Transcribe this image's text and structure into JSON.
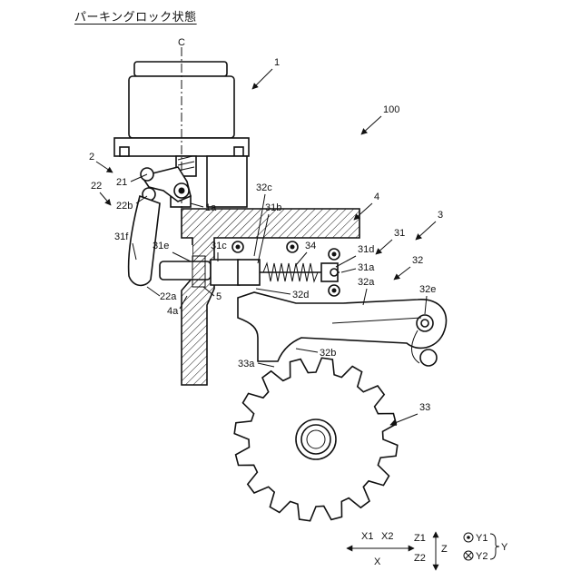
{
  "title": "パーキングロック状態",
  "labels": {
    "axis_c": "C",
    "ref_1": "1",
    "ref_100": "100",
    "ref_2": "2",
    "ref_21": "21",
    "ref_22": "22",
    "ref_22b": "22b",
    "ref_1a": "1a",
    "ref_32c": "32c",
    "ref_4": "4",
    "ref_31b": "31b",
    "ref_3": "3",
    "ref_31f": "31f",
    "ref_31e": "31e",
    "ref_31c": "31c",
    "ref_34": "34",
    "ref_31d": "31d",
    "ref_31": "31",
    "ref_31a": "31a",
    "ref_32": "32",
    "ref_32a": "32a",
    "ref_22a": "22a",
    "ref_5": "5",
    "ref_32d": "32d",
    "ref_32e": "32e",
    "ref_4a": "4a",
    "ref_33a": "33a",
    "ref_32b": "32b",
    "ref_33": "33"
  },
  "legend": {
    "x1": "X1",
    "x2": "X2",
    "x": "X",
    "z1": "Z1",
    "z2": "Z2",
    "z": "Z",
    "y1": "Y1",
    "y2": "Y2",
    "y": "Y"
  }
}
